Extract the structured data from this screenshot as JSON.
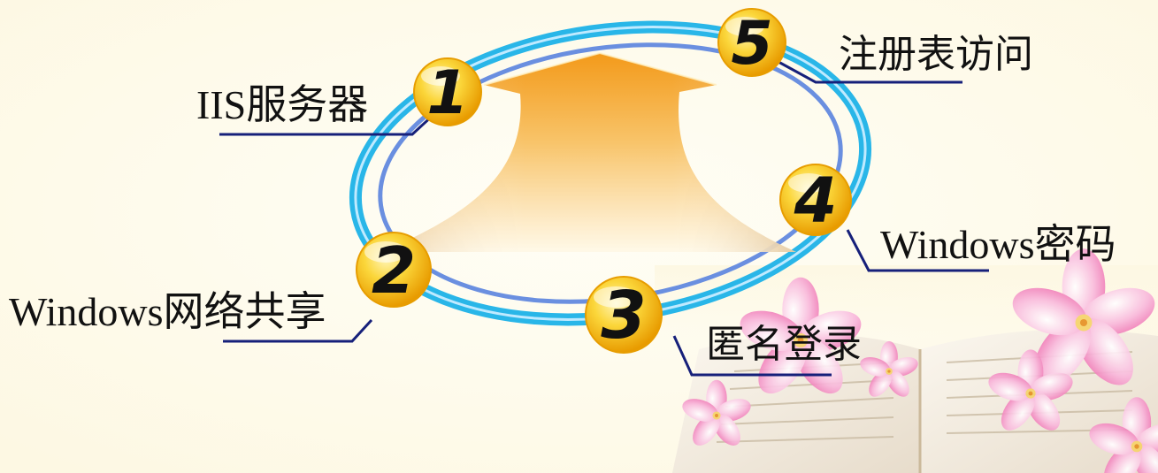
{
  "colors": {
    "background": "#fffdf0",
    "ring_outer": "#29b6e8",
    "ring_inner": "#6a8fe0",
    "arrow_top": "#f39a1a",
    "arrow_bottom": "#fff3d6",
    "badge_fill": "#f7c31c",
    "badge_edge": "#e79d00",
    "connector": "#16207a",
    "flower": "#f49acb",
    "book": "#f3ece0"
  },
  "items": [
    {
      "number": "1",
      "label": "IIS服务器"
    },
    {
      "number": "2",
      "label": "Windows网络共享"
    },
    {
      "number": "3",
      "label": "匿名登录"
    },
    {
      "number": "4",
      "label": "Windows密码"
    },
    {
      "number": "5",
      "label": "注册表访问"
    }
  ]
}
